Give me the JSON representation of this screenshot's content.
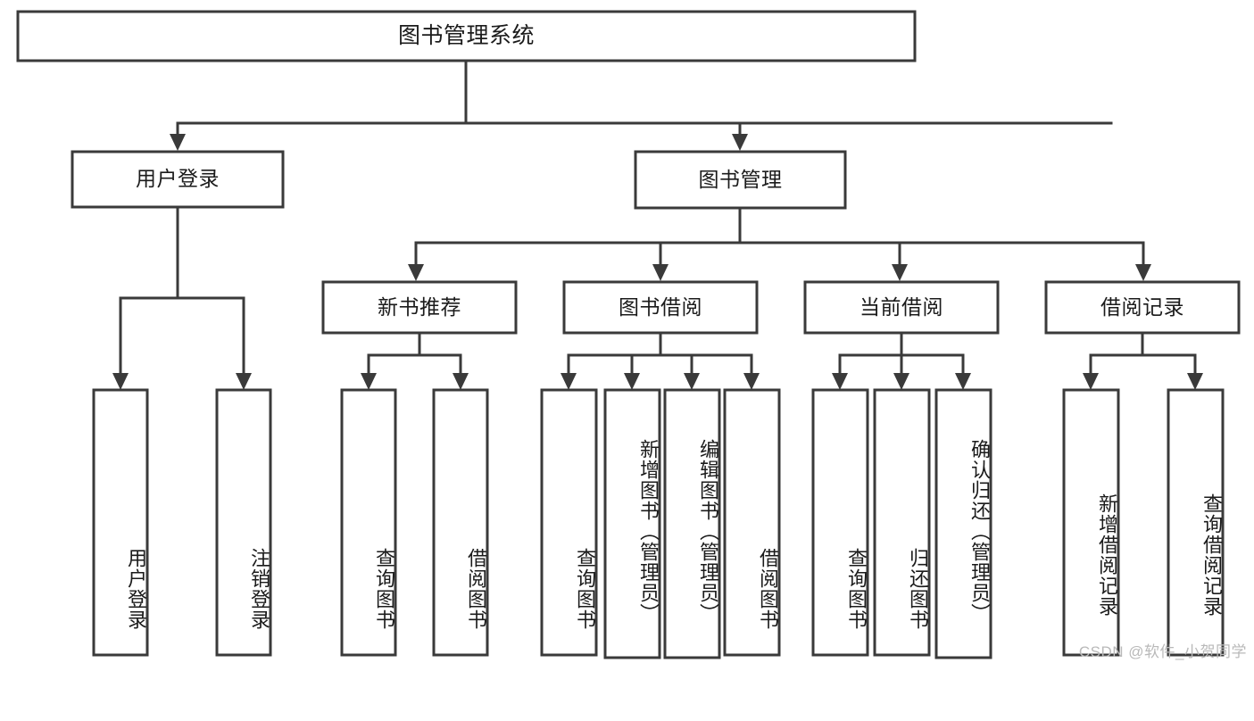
{
  "diagram": {
    "type": "tree-hierarchy-chart",
    "title": "图书管理系统",
    "stroke_color": "#3a3a3a",
    "box_fill": "#ffffff",
    "text_color": "#1b1b1b",
    "root": {
      "label": "图书管理系统"
    },
    "level2": [
      {
        "label": "用户登录"
      },
      {
        "label": "图书管理"
      }
    ],
    "level3": [
      {
        "label": "新书推荐"
      },
      {
        "label": "图书借阅"
      },
      {
        "label": "当前借阅"
      },
      {
        "label": "借阅记录"
      }
    ],
    "leaves": {
      "user_login": [
        {
          "label": "用户登录"
        },
        {
          "label": "注销登录"
        }
      ],
      "new_book_recommend": [
        {
          "label": "查询图书"
        },
        {
          "label": "借阅图书"
        }
      ],
      "book_borrow": [
        {
          "label": "查询图书"
        },
        {
          "label": "新增图书（管理员）"
        },
        {
          "label": "编辑图书（管理员）"
        },
        {
          "label": "借阅图书"
        }
      ],
      "current_borrow": [
        {
          "label": "查询图书"
        },
        {
          "label": "归还图书"
        },
        {
          "label": "确认归还（管理员）"
        }
      ],
      "borrow_record": [
        {
          "label": "新增借阅记录"
        },
        {
          "label": "查询借阅记录"
        }
      ]
    }
  },
  "watermark": {
    "text": "CSDN @软件_小贺同学"
  }
}
